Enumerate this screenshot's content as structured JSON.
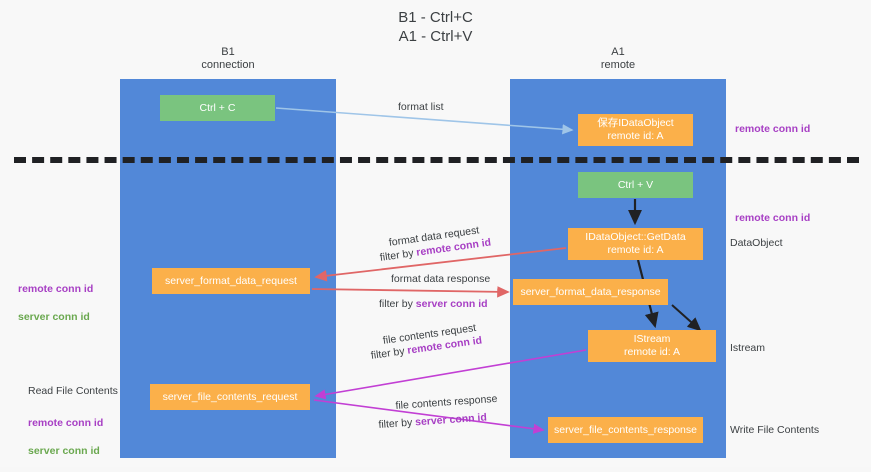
{
  "title": "B1 - Ctrl+C\nA1 - Ctrl+V",
  "lanes": {
    "left": {
      "header": "B1\nconnection"
    },
    "right": {
      "header": "A1\nremote"
    }
  },
  "boxes": {
    "ctrl_c": {
      "label": "Ctrl + C",
      "color": "#7ac47f"
    },
    "idataobject": {
      "label": "保存IDataObject\nremote id: A",
      "color": "#fbb04a"
    },
    "ctrl_v": {
      "label": "Ctrl + V",
      "color": "#7ac47f"
    },
    "getdata": {
      "label": "IDataObject::GetData\nremote id: A",
      "color": "#fbb04a"
    },
    "fmt_request": {
      "label": "server_format_data_request",
      "color": "#fbb04a"
    },
    "fmt_response": {
      "label": "server_format_data_response",
      "color": "#fbb04a"
    },
    "istream": {
      "label": "IStream\nremote id: A",
      "color": "#fbb04a"
    },
    "file_request": {
      "label": "server_file_contents_request",
      "color": "#fbb04a"
    },
    "file_response": {
      "label": "server_file_contents_response",
      "color": "#fbb04a"
    }
  },
  "edges": {
    "format_list": {
      "label": "format list",
      "color": "#9fc5e8"
    },
    "format_data_request": {
      "label": "format data request",
      "color": "#e06666"
    },
    "format_data_request_filter_prefix": "filter by ",
    "format_data_request_filter_key": "remote conn id",
    "format_data_response": {
      "label": "format data response",
      "color": "#e06666"
    },
    "format_data_response_filter_prefix": "filter by ",
    "format_data_response_filter_key": "server conn id",
    "file_contents_request": {
      "label": "file contents request",
      "color": "#c23fd4"
    },
    "file_contents_request_filter_prefix": "filter by ",
    "file_contents_request_filter_key": "remote conn id",
    "file_contents_response": {
      "label": "file contents response",
      "color": "#c23fd4"
    },
    "file_contents_response_filter_prefix": "filter by ",
    "file_contents_response_filter_key": "server conn id"
  },
  "annotations": {
    "remote_conn_id_top": "remote conn id",
    "remote_conn_id_mid": "remote conn id",
    "dataobject": "DataObject",
    "istream": "Istream",
    "write_file_contents": "Write File Contents",
    "read_file_contents": "Read File Contents",
    "left_conn_ids_mid": "remote conn id\nserver conn id",
    "left_conn_ids_bottom": "remote conn id\nserver conn id"
  },
  "colors": {
    "lane": "#5288d8",
    "green_box": "#7ac47f",
    "orange_box": "#fbb04a",
    "purple_key": "#a73fc4",
    "green_key": "#6aa84f",
    "arrow_blue": "#9fc5e8",
    "arrow_red": "#e06666",
    "arrow_magenta": "#c23fd4",
    "arrow_black": "#202124",
    "background": "#f8f8f8"
  }
}
